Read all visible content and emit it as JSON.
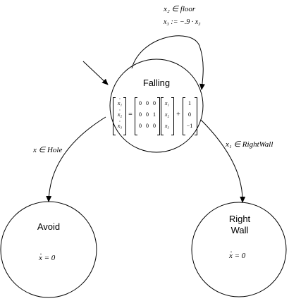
{
  "states": [
    {
      "id": "falling",
      "title_lines": [
        "Falling"
      ]
    },
    {
      "id": "avoid",
      "title_lines": [
        "Avoid"
      ],
      "invariant": "x = 0"
    },
    {
      "id": "rightwall",
      "title_lines": [
        "Right",
        "Wall"
      ],
      "invariant": "x = 0"
    }
  ],
  "self_loop": {
    "guard": "x₂ ∈ floor",
    "reset": "x₃ := −.9 · x₃"
  },
  "transitions": {
    "to_avoid": "x ∈ Hole",
    "to_rightwall": "x₁ ∈ RightWall"
  },
  "dynamics": {
    "lhs": [
      "x₁",
      "x₂",
      "x₃"
    ],
    "matrix": [
      [
        "0",
        "0",
        "0"
      ],
      [
        "0",
        "0",
        "1"
      ],
      [
        "0",
        "0",
        "0"
      ]
    ],
    "state_vec": [
      "x₁",
      "x₂",
      "x₃"
    ],
    "offset": [
      "1",
      "0",
      "−1"
    ],
    "operators": [
      "=",
      "+"
    ]
  }
}
